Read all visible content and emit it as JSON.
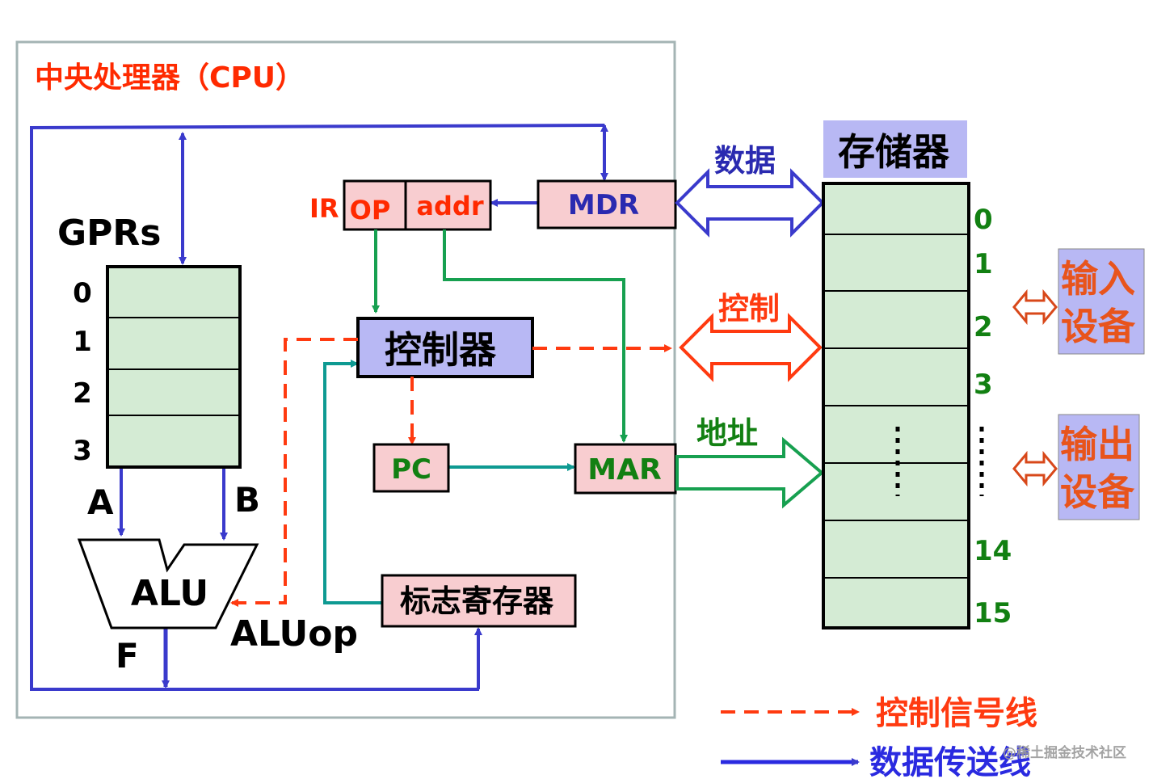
{
  "cpu_title": "中央处理器（CPU）",
  "gprs": {
    "label": "GPRs",
    "registers": [
      "0",
      "1",
      "2",
      "3"
    ],
    "port_a": "A",
    "port_b": "B"
  },
  "alu": {
    "label": "ALU",
    "output": "F",
    "op_label": "ALUop"
  },
  "ir": {
    "label": "IR",
    "op": "OP",
    "addr": "addr"
  },
  "mdr": "MDR",
  "mar": "MAR",
  "pc": "PC",
  "controller": "控制器",
  "flags_register": "标志寄存器",
  "bus_labels": {
    "data": "数据",
    "control": "控制",
    "address": "地址"
  },
  "memory": {
    "title": "存储器",
    "cell_indices": [
      "0",
      "1",
      "2",
      "3",
      "14",
      "15"
    ]
  },
  "io": {
    "input": [
      "输入",
      "设备"
    ],
    "output": [
      "输出",
      "设备"
    ]
  },
  "legend": {
    "control_line": "控制信号线",
    "data_line": "数据传送线"
  },
  "watermark": "@稀土掘金技术社区",
  "colors": {
    "cpu_title": "#ff2a00",
    "data_line": "#3a3acc",
    "control_line": "#ff3a10",
    "green_line": "#17a050",
    "teal_line": "#0e9a92",
    "register_fill": "#d4ebd4",
    "pink_fill": "#f8cdd0",
    "controller_fill": "#b8b8f4",
    "io_label": "#e8541c",
    "green_text": "#128012"
  }
}
